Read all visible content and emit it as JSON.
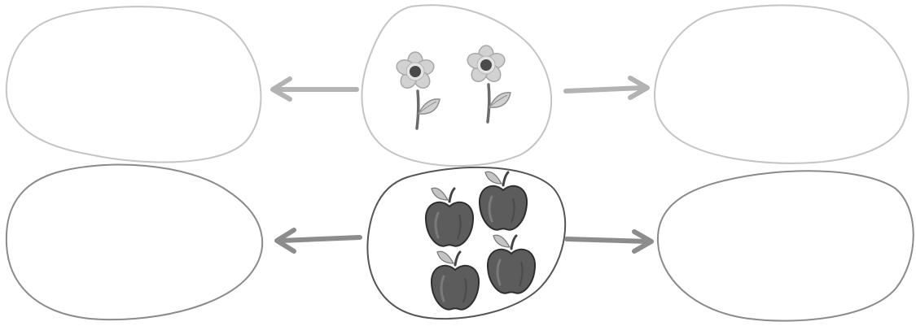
{
  "rows": [
    {
      "id": "flowers",
      "center_items": {
        "kind": "flower",
        "count": 2
      },
      "outline_color": "#c4c4c4",
      "arrow_color": "#b3b3b3",
      "arrows": [
        "left",
        "right"
      ],
      "side_blobs": [
        "left-empty",
        "right-empty"
      ]
    },
    {
      "id": "apples",
      "center_items": {
        "kind": "apple",
        "count": 4
      },
      "outline_color": "#8a8a8a",
      "arrow_color": "#8c8c8c",
      "arrows": [
        "left",
        "right"
      ],
      "side_blobs": [
        "left-empty",
        "right-empty"
      ]
    }
  ],
  "colors": {
    "background": "#ffffff",
    "flower_petal": "#c8c8c8",
    "flower_center": "#4a4a4a",
    "stem": "#6b6b6b",
    "leaf": "#cfcfcf",
    "apple_body": "#5a5a5a",
    "apple_leaf": "#bdbdbd"
  }
}
